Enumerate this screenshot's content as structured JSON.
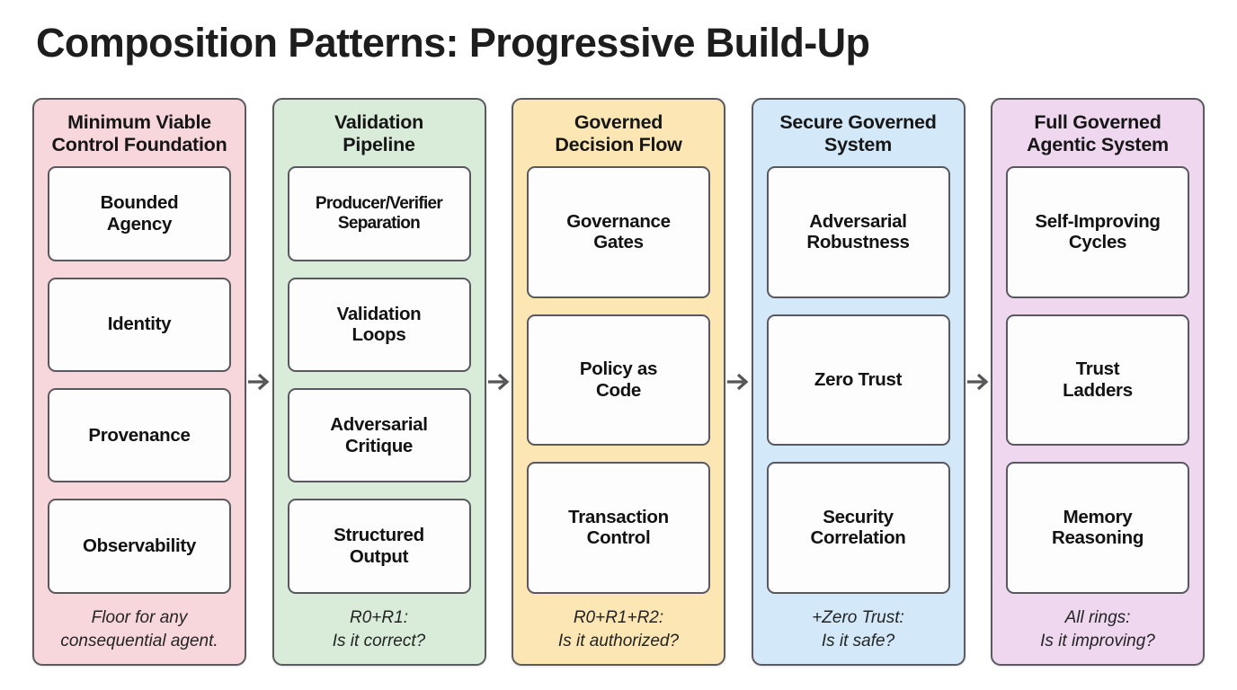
{
  "title": "Composition Patterns: Progressive Build-Up",
  "arrow_icon": "arrow-right-icon",
  "arrow_color": "#555555",
  "stages": [
    {
      "id": "minimum-viable-control-foundation",
      "title": "Minimum Viable\nControl Foundation",
      "color": "#f7d7dc",
      "cards": [
        "Bounded\nAgency",
        "Identity",
        "Provenance",
        "Observability"
      ],
      "footnote": "Floor for any\nconsequential agent."
    },
    {
      "id": "validation-pipeline",
      "title": "Validation\nPipeline",
      "color": "#d8ecd9",
      "cards": [
        "Producer/Verifier\nSeparation",
        "Validation\nLoops",
        "Adversarial\nCritique",
        "Structured\nOutput"
      ],
      "footnote": "R0+R1:\nIs it correct?"
    },
    {
      "id": "governed-decision-flow",
      "title": "Governed\nDecision Flow",
      "color": "#fbe6b4",
      "cards": [
        "Governance\nGates",
        "Policy as\nCode",
        "Transaction\nControl"
      ],
      "footnote": "R0+R1+R2:\nIs it authorized?"
    },
    {
      "id": "secure-governed-system",
      "title": "Secure Governed\nSystem",
      "color": "#d3e8f8",
      "cards": [
        "Adversarial\nRobustness",
        "Zero Trust",
        "Security\nCorrelation"
      ],
      "footnote": "+Zero Trust:\nIs it safe?"
    },
    {
      "id": "full-governed-agentic-system",
      "title": "Full Governed\nAgentic System",
      "color": "#eed7ef",
      "cards": [
        "Self-Improving\nCycles",
        "Trust\nLadders",
        "Memory\nReasoning"
      ],
      "footnote": "All rings:\nIs it improving?"
    }
  ]
}
